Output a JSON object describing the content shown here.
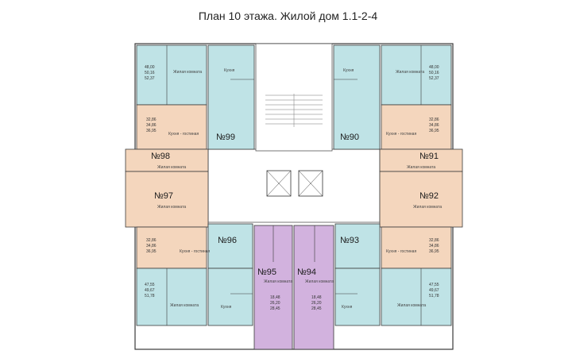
{
  "title": "План 10 этажа. Жилой дом 1.1-2-4",
  "colors": {
    "studio": "#bfe3e6",
    "two_room": "#f4d6bd",
    "selected": "#d2b2de",
    "common": "#ffffff",
    "wall": "#3a3a3a"
  },
  "apartments": [
    {
      "num": "№99",
      "label": "Кухня",
      "room": "Жилая комната",
      "areas": [
        "48,00",
        "50,16",
        "52,37"
      ]
    },
    {
      "num": "№90",
      "label": "Кухня",
      "room": "Жилая комната",
      "areas": [
        "48,00",
        "50,16",
        "52,37"
      ]
    },
    {
      "num": "№98",
      "label": "Кухня - гостиная",
      "room": "Жилая комната",
      "areas": [
        "32,86",
        "34,86",
        "36,95"
      ]
    },
    {
      "num": "№91",
      "label": "Кухня - гостиная",
      "room": "Жилая комната",
      "areas": [
        "32,86",
        "34,86",
        "36,95"
      ]
    },
    {
      "num": "№97",
      "label": "Жилая комната",
      "room": "Жилая комната",
      "areas": []
    },
    {
      "num": "№92",
      "label": "Жилая комната",
      "room": "Жилая комната",
      "areas": []
    },
    {
      "num": "№96",
      "label": "Кухня - гостиная",
      "room": "Жилая комната",
      "areas": [
        "32,86",
        "34,86",
        "36,95"
      ]
    },
    {
      "num": "№93",
      "label": "Кухня - гостиная",
      "room": "Жилая комната",
      "areas": [
        "32,86",
        "34,86",
        "36,95"
      ]
    },
    {
      "num": "№95",
      "label": "Жилая комната",
      "room": "Жилая комната",
      "areas": [
        "18,48",
        "26,20",
        "28,45"
      ]
    },
    {
      "num": "№94",
      "label": "Жилая комната",
      "room": "Жилая комната",
      "areas": [
        "18,48",
        "26,20",
        "28,45"
      ]
    },
    {
      "num": "",
      "label": "Кухня",
      "room": "Жилая комната",
      "areas": [
        "47,55",
        "49,67",
        "51,78"
      ]
    },
    {
      "num": "",
      "label": "Кухня",
      "room": "Жилая комната",
      "areas": [
        "47,55",
        "49,67",
        "51,78"
      ]
    }
  ]
}
